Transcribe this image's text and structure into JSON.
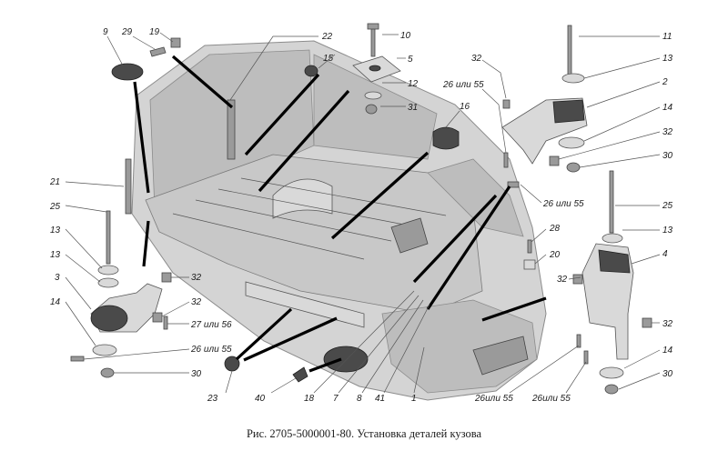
{
  "caption": "Рис. 2705-5000001-80. Установка деталей кузова",
  "labels": [
    {
      "id": "9",
      "text": "9"
    },
    {
      "id": "29",
      "text": "29"
    },
    {
      "id": "19",
      "text": "19"
    },
    {
      "id": "22",
      "text": "22"
    },
    {
      "id": "10",
      "text": "10"
    },
    {
      "id": "15",
      "text": "15"
    },
    {
      "id": "5",
      "text": "5"
    },
    {
      "id": "12",
      "text": "12"
    },
    {
      "id": "31",
      "text": "31"
    },
    {
      "id": "11",
      "text": "11"
    },
    {
      "id": "13a",
      "text": "13"
    },
    {
      "id": "32a",
      "text": "32"
    },
    {
      "id": "26a",
      "text": "26 или 55"
    },
    {
      "id": "2",
      "text": "2"
    },
    {
      "id": "16",
      "text": "16"
    },
    {
      "id": "14a",
      "text": "14"
    },
    {
      "id": "32b",
      "text": "32"
    },
    {
      "id": "30a",
      "text": "30"
    },
    {
      "id": "26b",
      "text": "26 или 55"
    },
    {
      "id": "21",
      "text": "21"
    },
    {
      "id": "25a",
      "text": "25"
    },
    {
      "id": "25b",
      "text": "25"
    },
    {
      "id": "13b",
      "text": "13"
    },
    {
      "id": "13c",
      "text": "13"
    },
    {
      "id": "13d",
      "text": "13"
    },
    {
      "id": "28",
      "text": "28"
    },
    {
      "id": "20",
      "text": "20"
    },
    {
      "id": "4",
      "text": "4"
    },
    {
      "id": "3",
      "text": "3"
    },
    {
      "id": "32c",
      "text": "32"
    },
    {
      "id": "32d",
      "text": "32"
    },
    {
      "id": "32e",
      "text": "32"
    },
    {
      "id": "32f",
      "text": "32"
    },
    {
      "id": "14b",
      "text": "14"
    },
    {
      "id": "27",
      "text": "27 или 56"
    },
    {
      "id": "26c",
      "text": "26 или 55"
    },
    {
      "id": "30b",
      "text": "30"
    },
    {
      "id": "14c",
      "text": "14"
    },
    {
      "id": "30c",
      "text": "30"
    },
    {
      "id": "23",
      "text": "23"
    },
    {
      "id": "40",
      "text": "40"
    },
    {
      "id": "18",
      "text": "18"
    },
    {
      "id": "7",
      "text": "7"
    },
    {
      "id": "8",
      "text": "8"
    },
    {
      "id": "41",
      "text": "41"
    },
    {
      "id": "1",
      "text": "1"
    },
    {
      "id": "26d",
      "text": "26или 55"
    },
    {
      "id": "26e",
      "text": "26или 55"
    }
  ]
}
